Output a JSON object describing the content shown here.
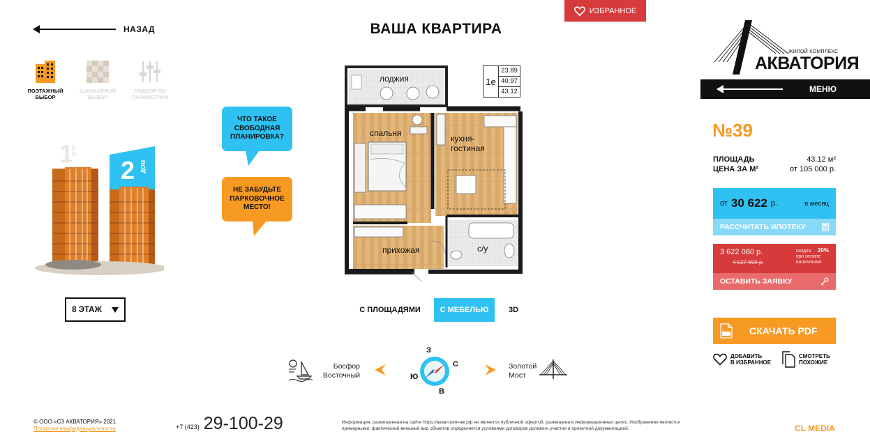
{
  "header": {
    "back_label": "НАЗАД",
    "title": "ВАША КВАРТИРА",
    "favorites_label": "ИЗБРАННОЕ"
  },
  "modes": [
    {
      "label": "ПОЭТАЖНЫЙ ВЫБОР",
      "active": true
    },
    {
      "label": "ШАХМАТНЫЙ ВЫБОР",
      "active": false
    },
    {
      "label": "ПОДБОР ПО ПАРАМЕТРАМ",
      "active": false
    }
  ],
  "buildings": {
    "house1": {
      "num": "1",
      "word": "ДОМ"
    },
    "house2": {
      "num": "2",
      "word": "ДОМ"
    }
  },
  "floor_select": {
    "value": "8 ЭТАЖ"
  },
  "bubbles": {
    "free_layout": "ЧТО ТАКОЕ СВОБОДНАЯ ПЛАНИРОВКА?",
    "parking": "НЕ ЗАБУДЬТЕ ПАРКОВОЧНОЕ МЕСТО!"
  },
  "plan": {
    "type_code": "1е",
    "areas": [
      "23.89",
      "40.97",
      "43.12"
    ],
    "rooms": {
      "loggia": "лоджия",
      "bedroom": "спальня",
      "kitchen_line1": "кухня-",
      "kitchen_line2": "гостиная",
      "hallway": "прихожая",
      "bathroom": "с/у"
    }
  },
  "plan_tabs": [
    {
      "label": "С ПЛОЩАДЯМИ",
      "active": false
    },
    {
      "label": "С МЕБЕЛЬЮ",
      "active": true
    },
    {
      "label": "3D",
      "active": false
    }
  ],
  "compass": {
    "west": "З",
    "north": "С",
    "east": "В",
    "south": "Ю",
    "left_view_line1": "Босфор",
    "left_view_line2": "Восточный",
    "right_view_line1": "Золотой",
    "right_view_line2": "Мост"
  },
  "logo": {
    "subtitle": "ЖИЛОЙ КОМПЛЕКС",
    "name": "АКВАТОРИЯ"
  },
  "menu_label": "МЕНЮ",
  "apartment": {
    "number": "№39",
    "area_label": "ПЛОЩАДЬ",
    "area_value": "43.12 м²",
    "price_per_label": "ЦЕНА ЗА М²",
    "price_per_value": "от 105 000 р.",
    "monthly_prefix": "от",
    "monthly_value": "30 622",
    "monthly_currency": "р.",
    "monthly_period": "в месяц",
    "mortgage_label": "РАССЧИТАТЬ ИПОТЕКУ",
    "price": "3 622 080 р.",
    "old_price": "4 527 600 р.",
    "discount_label": "скидка",
    "discount_value": "20%",
    "discount_note_line1": "при оплате",
    "discount_note_line2": "наличными",
    "request_label": "ОСТАВИТЬ ЗАЯВКУ",
    "pdf_label": "СКАЧАТЬ PDF",
    "add_fav_line1": "ДОБАВИТЬ",
    "add_fav_line2": "В ИЗБРАННОЕ",
    "similar_line1": "СМОТРЕТЬ",
    "similar_line2": "ПОХОЖИЕ"
  },
  "footer": {
    "copyright": "© ООО «СЗ АКВАТОРИЯ» 2021",
    "privacy": "Политика конфиденциальности",
    "phone_code": "+7 (423)",
    "phone_number": "29-100-29",
    "disclaimer": "Информация, размещенная на сайте https://акватория-жк.рф не является публичной офертой, размещена в информационных целях. Изображения являются примерными, фактический внешний вид объектов определяется условиями договоров долевого участия и проектной документацией.",
    "agency": "CL MEDIA"
  },
  "colors": {
    "accent_orange": "#f79a24",
    "accent_blue": "#2fc1f2",
    "accent_red": "#d63a3a",
    "dark": "#111111"
  }
}
